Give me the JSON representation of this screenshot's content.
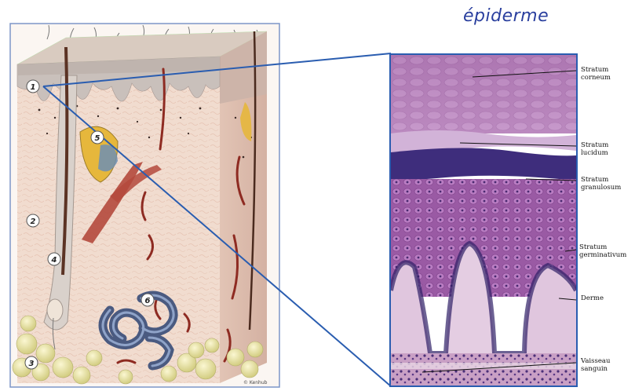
{
  "title": "épiderme",
  "markers": [
    "1",
    "2",
    "3",
    "4",
    "5",
    "6"
  ],
  "layer_labels": [
    {
      "line1": "Stratum",
      "line2": "corneum"
    },
    {
      "line1": "Stratum",
      "line2": "lucidum"
    },
    {
      "line1": "Stratum",
      "line2": "granulosum"
    },
    {
      "line1": "Stratum",
      "line2": "germinativum"
    },
    {
      "line1": "Derme",
      "line2": ""
    },
    {
      "line1": "Vaisseau",
      "line2": "sanguin"
    }
  ],
  "copyright": "© Kenhub",
  "colors": {
    "connector": "#2a5db0",
    "title": "#2a3f9e",
    "epidermis_top": "#9c5f9e",
    "basal_layer": "#3b2a7a",
    "dermis_pink": "#efd6c8",
    "fat_yellow": "#e6e2a0"
  }
}
